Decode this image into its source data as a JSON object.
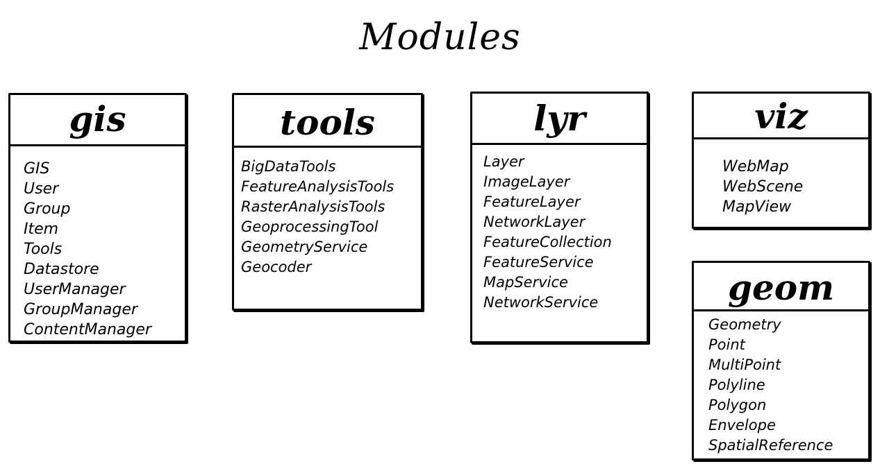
{
  "title": "Modules",
  "modules": {
    "gis": {
      "name": "gis",
      "items": [
        "GIS",
        "User",
        "Group",
        "Item",
        "Tools",
        "Datastore",
        "UserManager",
        "GroupManager",
        "ContentManager"
      ]
    },
    "tools": {
      "name": "tools",
      "items": [
        "BigDataTools",
        "FeatureAnalysisTools",
        "RasterAnalysisTools",
        "GeoprocessingTool",
        "GeometryService",
        "Geocoder"
      ]
    },
    "lyr": {
      "name": "lyr",
      "items": [
        "Layer",
        "ImageLayer",
        "FeatureLayer",
        "NetworkLayer",
        "FeatureCollection",
        "FeatureService",
        "MapService",
        "NetworkService"
      ]
    },
    "viz": {
      "name": "viz",
      "items": [
        "WebMap",
        "WebScene",
        "MapView"
      ]
    },
    "geom": {
      "name": "geom",
      "items": [
        "Geometry",
        "Point",
        "MultiPoint",
        "Polyline",
        "Polygon",
        "Envelope",
        "SpatialReference"
      ]
    }
  }
}
